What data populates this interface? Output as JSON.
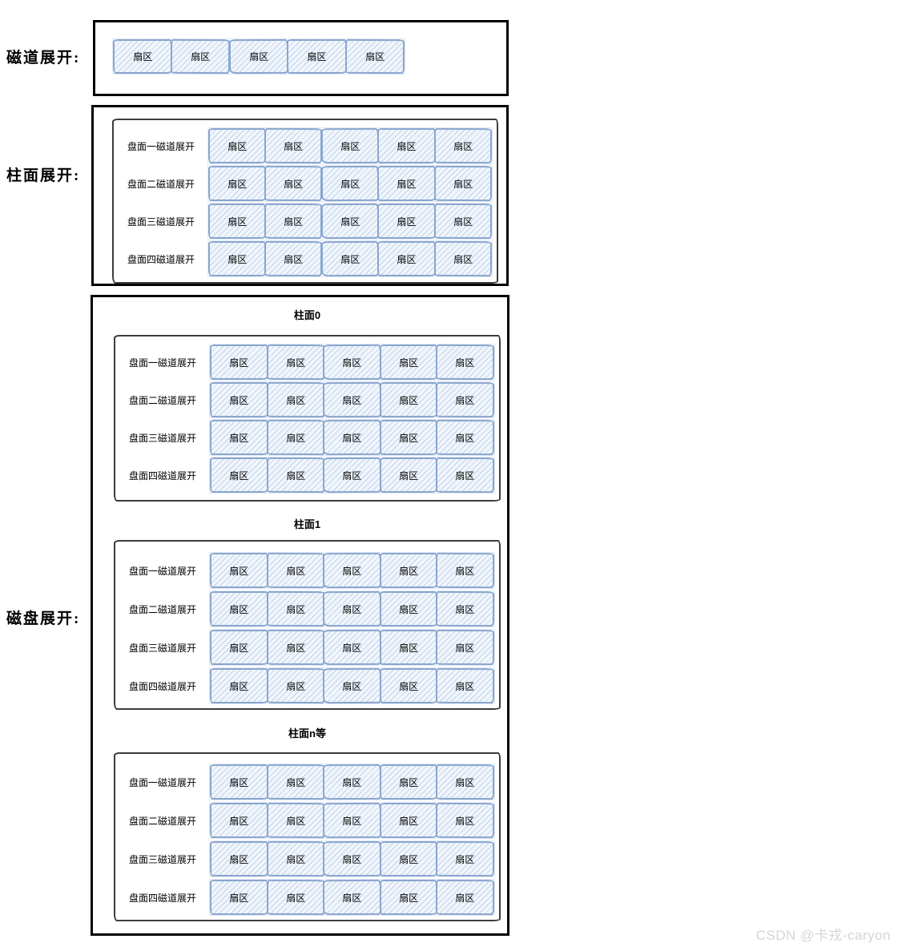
{
  "diagram": {
    "sections": {
      "track": {
        "label": "磁道展开:"
      },
      "cylinder": {
        "label": "柱面展开:"
      },
      "disk": {
        "label": "磁盘展开:",
        "cylinders": [
          {
            "title": "柱面0"
          },
          {
            "title": "柱面1"
          },
          {
            "title": "柱面n等"
          }
        ]
      }
    },
    "platter_rows": [
      "盘面一磁道展开",
      "盘面二磁道展开",
      "盘面三磁道展开",
      "盘面四磁道展开"
    ],
    "sector_label": "扇区",
    "sectors_per_track": 5,
    "platters_per_cylinder": 4
  },
  "watermark": "CSDN @卡戎-caryon",
  "colors": {
    "sector_border": "#8aa6cf",
    "sector_fill": "#f1f6fc",
    "outline": "#000000",
    "inner_outline": "#3c3c3c",
    "watermark": "#d5d5d5"
  }
}
